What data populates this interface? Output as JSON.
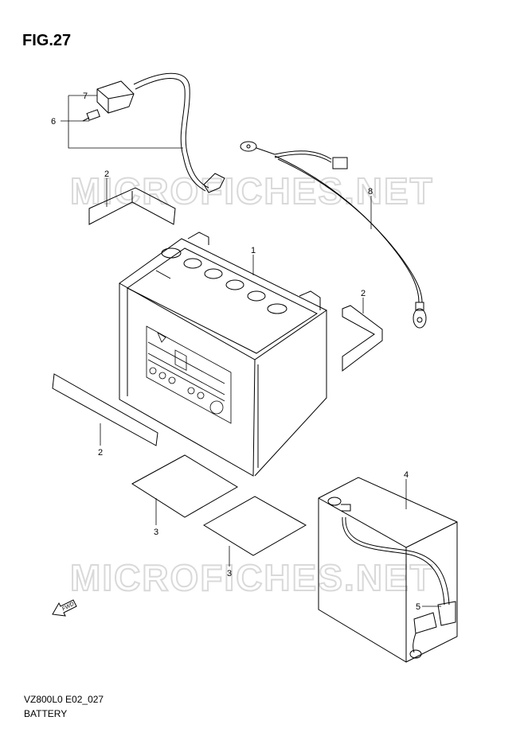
{
  "figure": {
    "title": "FIG.27"
  },
  "watermarks": [
    "MICROFICHES.NET",
    "MICROFICHES.NET"
  ],
  "callouts": [
    "1",
    "2",
    "2",
    "2",
    "3",
    "3",
    "4",
    "5",
    "6",
    "7",
    "8"
  ],
  "forward_label": "FWD",
  "footer": {
    "code": "VZ800L0 E02_027",
    "name": "BATTERY"
  }
}
